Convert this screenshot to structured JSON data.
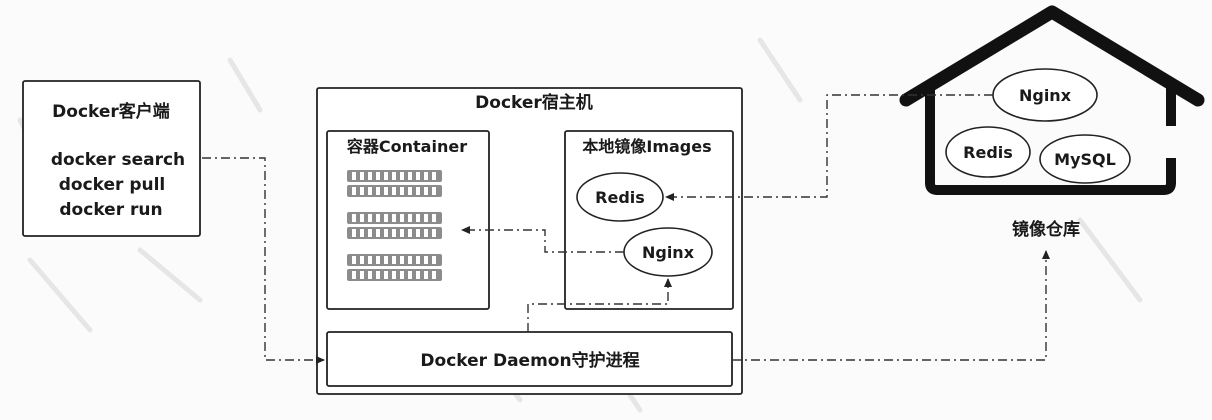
{
  "client": {
    "title": "Docker客户端",
    "commands": [
      "docker search",
      "docker pull",
      "docker run"
    ]
  },
  "host": {
    "title": "Docker宿主机",
    "container": {
      "title": "容器Container"
    },
    "images": {
      "title": "本地镜像Images",
      "items": [
        "Redis",
        "Nginx"
      ]
    },
    "daemon": {
      "label": "Docker Daemon守护进程"
    }
  },
  "registry": {
    "label": "镜像仓库",
    "items": [
      "Nginx",
      "Redis",
      "MySQL"
    ]
  },
  "colors": {
    "stroke": "#222222",
    "server_fill": "#8c8c8c",
    "house": "#111111",
    "background": "#fbfbfb"
  }
}
